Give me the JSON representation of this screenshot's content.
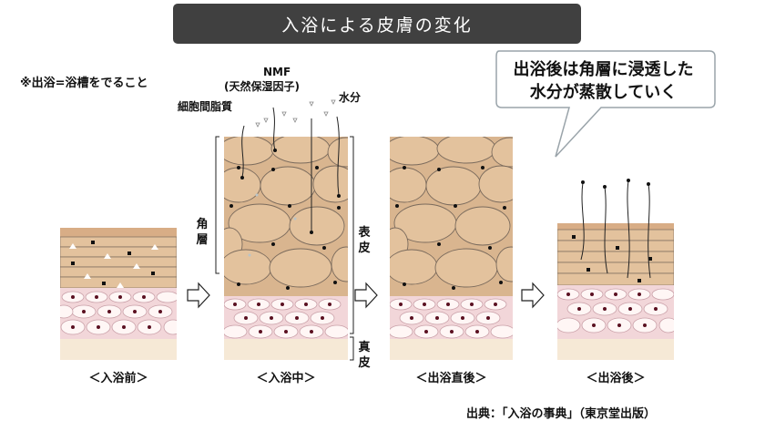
{
  "title": "入浴による皮膚の変化",
  "note": "※出浴=浴槽をでること",
  "callout": {
    "line1": "出浴後は角層に浸透した",
    "line2": "水分が蒸散していく"
  },
  "labels": {
    "nmf": "NMF",
    "nmf_full": "(天然保湿因子)",
    "lipid": "細胞間脂質",
    "water": "水分",
    "stratum_corneum": "角層",
    "epidermis": "表皮",
    "dermis": "真皮"
  },
  "stages": [
    "＜入浴前＞",
    "＜入浴中＞",
    "＜出浴直後＞",
    "＜出浴後＞"
  ],
  "source": "出典：「入浴の事典」（東京堂出版）",
  "colors": {
    "title_bg": "#404040",
    "corneocyte": "#e3c29d",
    "corneocyte_edge": "#7a6a5c",
    "epidermis_pink": "#f2d6d9",
    "dermis_cream": "#f6e9d6",
    "nucleus": "#5a1020"
  }
}
